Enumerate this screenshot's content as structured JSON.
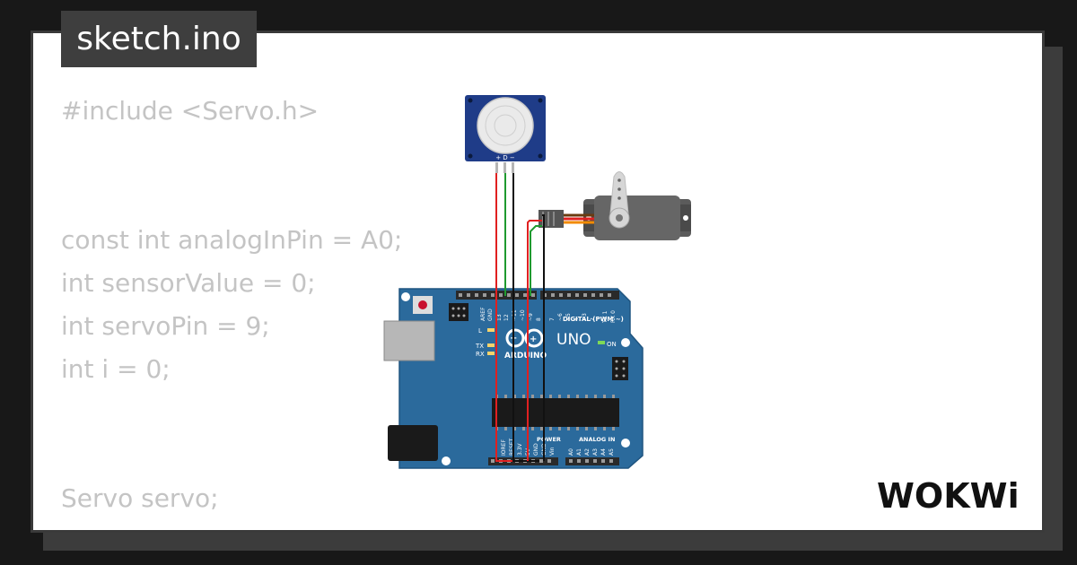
{
  "tab": {
    "filename": "sketch.ino"
  },
  "code": {
    "lines": [
      "#include <Servo.h>",
      "",
      "",
      "const int analogInPin = A0;",
      "int sensorValue = 0;",
      "int servoPin = 9;",
      "int i = 0;",
      "",
      "",
      "Servo servo;"
    ]
  },
  "pir": {
    "pin_labels": "+ D −"
  },
  "arduino": {
    "brand": "ARDUINO",
    "model": "UNO",
    "on_label": "ON",
    "digital_header": "DIGITAL (PWM ~)",
    "power_header": "POWER",
    "analog_header": "ANALOG IN",
    "led_l": "L",
    "led_tx": "TX",
    "led_rx": "RX",
    "top_pins": [
      "AREF",
      "GND",
      "13",
      "12",
      "~11",
      "~10",
      "~9",
      "8",
      "7",
      "~6",
      "~5",
      "4",
      "~3",
      "2",
      "TX 1",
      "RX 0"
    ],
    "bottom_pins": [
      "IOREF",
      "RESET",
      "3.3V",
      "5V",
      "GND",
      "GND",
      "Vin",
      "A0",
      "A1",
      "A2",
      "A3",
      "A4",
      "A5"
    ]
  },
  "brand": {
    "logo_text": "WOKWi"
  },
  "colors": {
    "background": "#181818",
    "card": "#ffffff",
    "tab": "#3e3e3e",
    "code_text": "#c4c4c4",
    "pcb": "#2b6a9c",
    "pir_board": "#1f3c88",
    "servo": "#5b5b5b",
    "wire_red": "#e02020",
    "wire_green": "#1f9a2f",
    "wire_black": "#111111",
    "wire_orange": "#f28a00"
  }
}
